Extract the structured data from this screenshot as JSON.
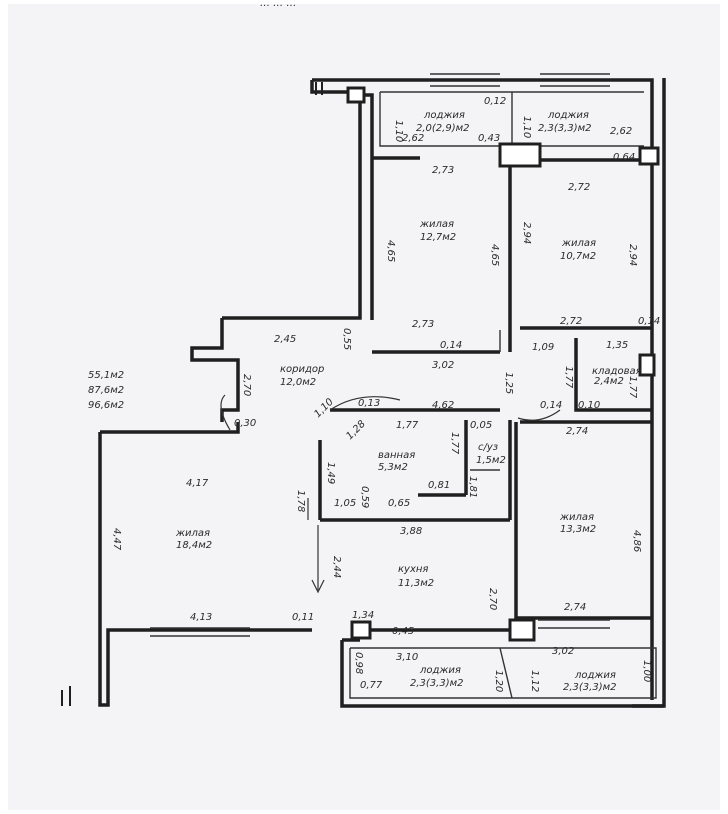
{
  "header": {
    "cropped_text": "… …  …"
  },
  "totals": {
    "living": "55,1м2",
    "total": "87,6м2",
    "total_with_loggias": "96,6м2"
  },
  "rooms": {
    "loggia_top_left": {
      "name": "лоджия",
      "area": "2,0(2,9)м2"
    },
    "loggia_top_right": {
      "name": "лоджия",
      "area": "2,3(3,3)м2"
    },
    "living_1": {
      "name": "жилая",
      "area": "12,7м2"
    },
    "living_2": {
      "name": "жилая",
      "area": "10,7м2"
    },
    "corridor": {
      "name": "коридор",
      "area": "12,0м2"
    },
    "pantry": {
      "name": "кладовая",
      "area": "2,4м2"
    },
    "bathroom": {
      "name": "ванная",
      "area": "5,3м2"
    },
    "wc": {
      "name": "с/уз",
      "area": "1,5м2"
    },
    "living_3": {
      "name": "жилая",
      "area": "18,4м2"
    },
    "living_4": {
      "name": "жилая",
      "area": "13,3м2"
    },
    "kitchen": {
      "name": "кухня",
      "area": "11,3м2"
    },
    "loggia_bottom_left": {
      "name": "лоджия",
      "area": "2,3(3,3)м2"
    },
    "loggia_bottom_right": {
      "name": "лоджия",
      "area": "2,3(3,3)м2"
    }
  },
  "dimensions": {
    "d_110_a": "1,10",
    "d_012": "0,12",
    "d_110_b": "1,10",
    "d_262_a": "2,62",
    "d_043": "0,43",
    "d_262_b": "2,62",
    "d_273_a": "2,73",
    "d_064": "0,64",
    "d_272_a": "2,72",
    "d_465_a": "4,65",
    "d_465_b": "4,65",
    "d_294_a": "2,94",
    "d_294_b": "2,94",
    "d_245": "2,45",
    "d_055": "0,55",
    "d_273_b": "2,73",
    "d_272_b": "2,72",
    "d_014_a": "0,14",
    "d_014_b": "0,14",
    "d_109": "1,09",
    "d_135": "1,35",
    "d_302_a": "3,02",
    "d_125": "1,25",
    "d_270_a": "2,70",
    "d_177_a": "1,77",
    "d_177_b": "1,77",
    "d_030": "0,30",
    "d_013": "0,13",
    "d_462": "4,62",
    "d_005": "0,05",
    "d_014_c": "0,14",
    "d_010": "0,10",
    "d_274_a": "2,74",
    "d_110_c": "1,10",
    "d_128": "1,28",
    "d_177_c": "1,77",
    "d_177_d": "1,77",
    "d_417": "4,17",
    "d_149": "1,49",
    "d_081": "0,81",
    "d_181": "1,81",
    "d_447": "4,47",
    "d_178": "1,78",
    "d_105": "1,05",
    "d_059": "0,59",
    "d_065": "0,65",
    "d_388": "3,88",
    "d_486": "4,86",
    "d_244": "2,44",
    "d_270_b": "2,70",
    "d_274_b": "2,74",
    "d_413": "4,13",
    "d_011": "0,11",
    "d_134": "1,34",
    "d_045": "0,45",
    "d_302_b": "3,02",
    "d_098": "0,98",
    "d_310": "3,10",
    "d_120": "1,20",
    "d_112": "1,12",
    "d_100": "1,00",
    "d_077": "0,77"
  }
}
